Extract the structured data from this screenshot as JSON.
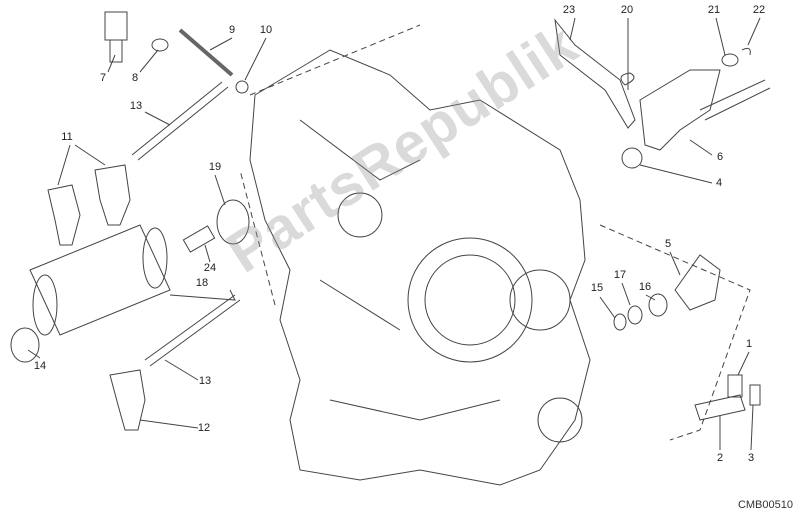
{
  "diagram": {
    "code": "CMB00510",
    "watermark": "PartsRepublik",
    "line_color": "#333333",
    "callouts": [
      {
        "id": "c7",
        "text": "7"
      },
      {
        "id": "c8",
        "text": "8"
      },
      {
        "id": "c9",
        "text": "9"
      },
      {
        "id": "c10",
        "text": "10"
      },
      {
        "id": "c13a",
        "text": "13"
      },
      {
        "id": "c11",
        "text": "11"
      },
      {
        "id": "c19",
        "text": "19"
      },
      {
        "id": "c24",
        "text": "24"
      },
      {
        "id": "c18",
        "text": "18"
      },
      {
        "id": "c14",
        "text": "14"
      },
      {
        "id": "c13b",
        "text": "13"
      },
      {
        "id": "c12",
        "text": "12"
      },
      {
        "id": "c23",
        "text": "23"
      },
      {
        "id": "c20",
        "text": "20"
      },
      {
        "id": "c21",
        "text": "21"
      },
      {
        "id": "c22",
        "text": "22"
      },
      {
        "id": "c6",
        "text": "6"
      },
      {
        "id": "c4",
        "text": "4"
      },
      {
        "id": "c5",
        "text": "5"
      },
      {
        "id": "c17",
        "text": "17"
      },
      {
        "id": "c16",
        "text": "16"
      },
      {
        "id": "c15",
        "text": "15"
      },
      {
        "id": "c1",
        "text": "1"
      },
      {
        "id": "c2",
        "text": "2"
      },
      {
        "id": "c3",
        "text": "3"
      }
    ]
  }
}
